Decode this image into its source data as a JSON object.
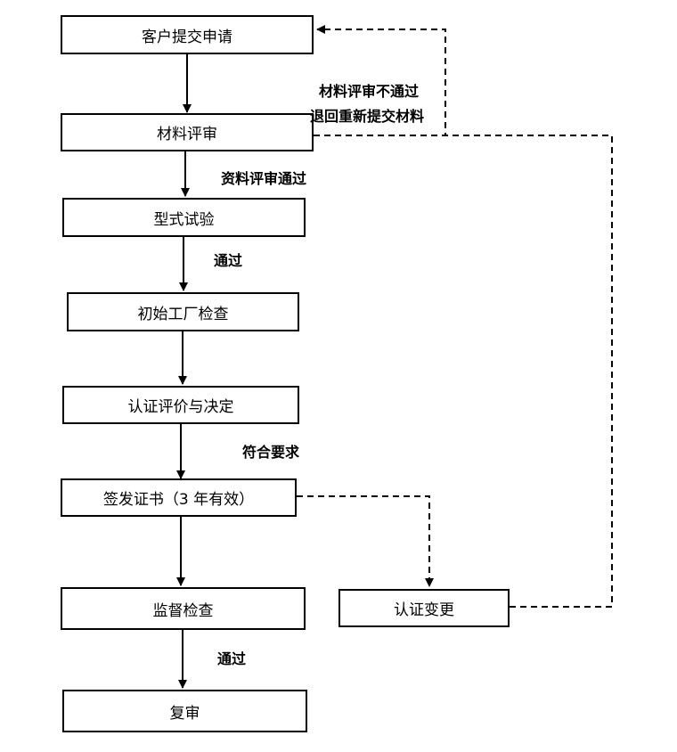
{
  "nodes": {
    "submit": "客户提交申请",
    "material_review": "材料评审",
    "type_test": "型式试验",
    "factory_inspection": "初始工厂检查",
    "evaluation": "认证评价与决定",
    "issue_cert": "签发证书（3 年有效）",
    "supervision": "监督检查",
    "recheck": "复审",
    "cert_change": "认证变更"
  },
  "edge_labels": {
    "review_fail_line1": "材料评审不通过",
    "review_fail_line2": "退回重新提交材料",
    "review_pass": "资料评审通过",
    "test_pass": "通过",
    "meets_requirements": "符合要求",
    "supervision_pass": "通过"
  }
}
